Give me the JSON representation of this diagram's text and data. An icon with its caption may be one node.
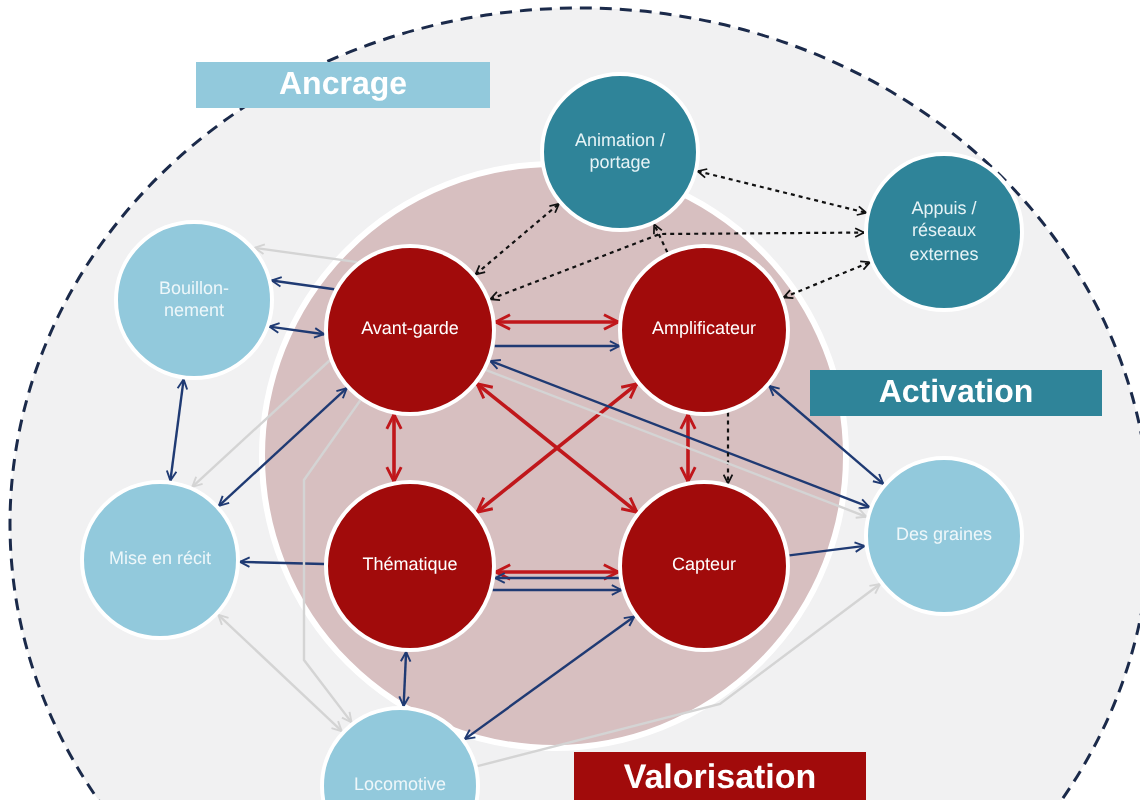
{
  "diagram": {
    "nodes": [
      {
        "text": [
          "Bouillon-nement"
        ]
      },
      {
        "text": [
          "Avant-garde"
        ]
      },
      {
        "text": [
          "Animation / portage"
        ]
      },
      {
        "text": [
          "Appuis / réseaux externes"
        ]
      },
      {
        "text": [
          "Amplificateur"
        ]
      },
      {
        "text": [
          "Mise en récit"
        ]
      },
      {
        "text": [
          "Thématique"
        ]
      },
      {
        "text": [
          "Capteur"
        ]
      },
      {
        "text": [
          "Des graines"
        ]
      },
      {
        "text": [
          "Locomotive"
        ]
      },
      {
        "text": [
          "Ancrage"
        ]
      },
      {
        "text": [
          "Activation"
        ]
      },
      {
        "text": [
          "Valorisation"
        ]
      }
    ],
    "edges": [
      {
        "from": 1,
        "to": 4,
        "arrow": "both",
        "color": "#c0171b"
      },
      {
        "from": 1,
        "to": 6,
        "arrow": "both",
        "color": "#c0171b"
      },
      {
        "from": 4,
        "to": 7,
        "arrow": "both",
        "color": "#c0171b"
      },
      {
        "from": 6,
        "to": 7,
        "arrow": "both",
        "color": "#c0171b"
      },
      {
        "from": 1,
        "to": 7,
        "arrow": "both",
        "color": "#c0171b"
      },
      {
        "from": 4,
        "to": 6,
        "arrow": "both",
        "color": "#c0171b"
      },
      {
        "from": 1,
        "to": 0,
        "arrow": "to"
      },
      {
        "from": 0,
        "to": 1,
        "arrow": "both"
      },
      {
        "from": 1,
        "to": 4,
        "arrow": "to"
      },
      {
        "from": 0,
        "to": 5,
        "arrow": "both"
      },
      {
        "from": 1,
        "to": 5,
        "arrow": "both"
      },
      {
        "from": 6,
        "to": 5,
        "arrow": "to"
      },
      {
        "from": 6,
        "to": 9,
        "arrow": "both"
      },
      {
        "from": 7,
        "to": 8,
        "arrow": "to"
      },
      {
        "from": 7,
        "to": 6,
        "arrow": "to"
      },
      {
        "from": 6,
        "to": 7,
        "arrow": "to"
      },
      {
        "from": 9,
        "to": 7,
        "arrow": "both"
      },
      {
        "from": 1,
        "to": 8,
        "arrow": "both"
      },
      {
        "from": 4,
        "to": 8,
        "arrow": "both"
      },
      {
        "from": 1,
        "to": 2,
        "arrow": "both",
        "style": "dashed",
        "color": "#111111"
      },
      {
        "from": 2,
        "to": 3,
        "arrow": "both",
        "style": "dashed",
        "color": "#111111"
      },
      {
        "from": 4,
        "to": 3,
        "arrow": "both",
        "style": "dashed",
        "color": "#111111"
      },
      {
        "from": 1,
        "to": 3,
        "arrow": "both",
        "style": "dashed",
        "color": "#111111"
      },
      {
        "from": 4,
        "to": 2,
        "arrow": "to",
        "style": "dashed",
        "color": "#111111"
      },
      {
        "from": 4,
        "to": 7,
        "arrow": "to",
        "style": "dashed",
        "color": "#111111"
      },
      {
        "from": 1,
        "to": 0,
        "arrow": "to",
        "color": "#d4d4d4"
      },
      {
        "from": 1,
        "to": 5,
        "arrow": "to",
        "color": "#d4d4d4"
      },
      {
        "from": 1,
        "to": 9,
        "arrow": "to",
        "color": "#d4d4d4"
      },
      {
        "from": 5,
        "to": 9,
        "arrow": "both",
        "color": "#d4d4d4"
      },
      {
        "from": 9,
        "to": 8,
        "arrow": "to",
        "color": "#d4d4d4"
      },
      {
        "from": 1,
        "to": 8,
        "arrow": "to",
        "color": "#d4d4d4"
      }
    ]
  }
}
